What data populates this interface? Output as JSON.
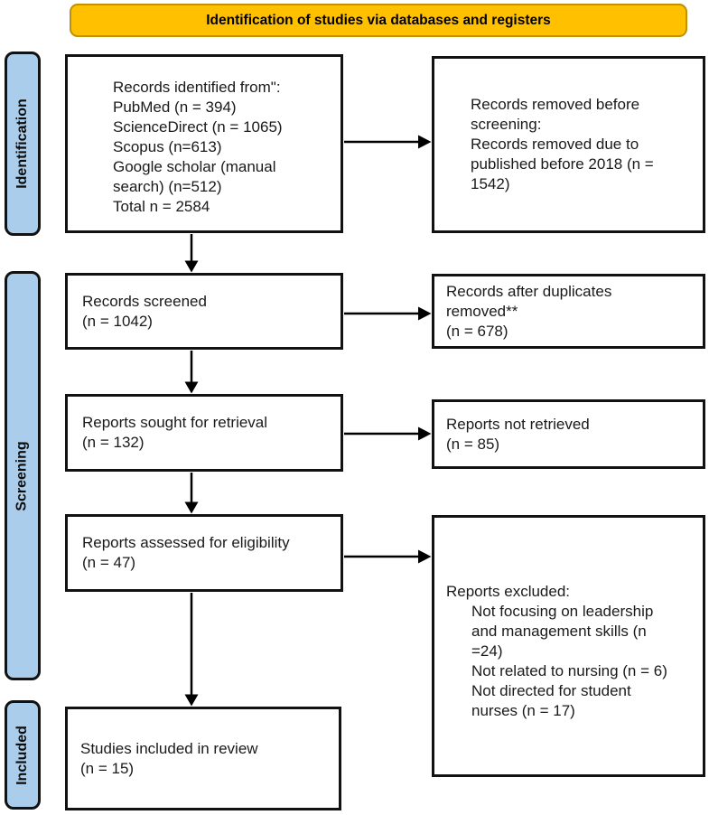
{
  "header": {
    "title": "Identification of studies via databases and registers"
  },
  "stages": {
    "identification": "Identification",
    "screening": "Screening",
    "included": "Included"
  },
  "boxes": {
    "records_identified": {
      "lines": [
        "Records identified from\":",
        "PubMed (n = 394)",
        "ScienceDirect (n = 1065)",
        "Scopus (n=613)",
        "Google scholar (manual",
        "search) (n=512)",
        "Total n = 2584"
      ]
    },
    "records_removed": {
      "lines": [
        "Records removed before",
        "screening:",
        "Records removed due to",
        "published before 2018 (n =",
        "1542)"
      ]
    },
    "records_screened": {
      "lines": [
        "Records screened",
        "(n = 1042)"
      ]
    },
    "duplicates_removed": {
      "lines": [
        "Records after duplicates",
        "removed**",
        "(n = 678)"
      ]
    },
    "reports_sought": {
      "lines": [
        "Reports sought for retrieval",
        "(n = 132)"
      ]
    },
    "reports_not_retrieved": {
      "lines": [
        "Reports not retrieved",
        "(n = 85)"
      ]
    },
    "reports_assessed": {
      "lines": [
        "Reports assessed for eligibility",
        "(n = 47)"
      ]
    },
    "reports_excluded": {
      "lines": [
        "Reports excluded:",
        "Not focusing on leadership",
        "and management skills (n",
        "=24)",
        "Not related to nursing (n = 6)",
        "Not directed for student",
        "nurses (n = 17)"
      ]
    },
    "studies_included": {
      "lines": [
        "Studies included in review",
        "(n = 15)"
      ]
    }
  },
  "colors": {
    "header_fill": "#FFC000",
    "header_border": "#BF9000",
    "stage_fill": "#A9CDEB",
    "box_border": "#121212",
    "arrow": "#000000"
  }
}
